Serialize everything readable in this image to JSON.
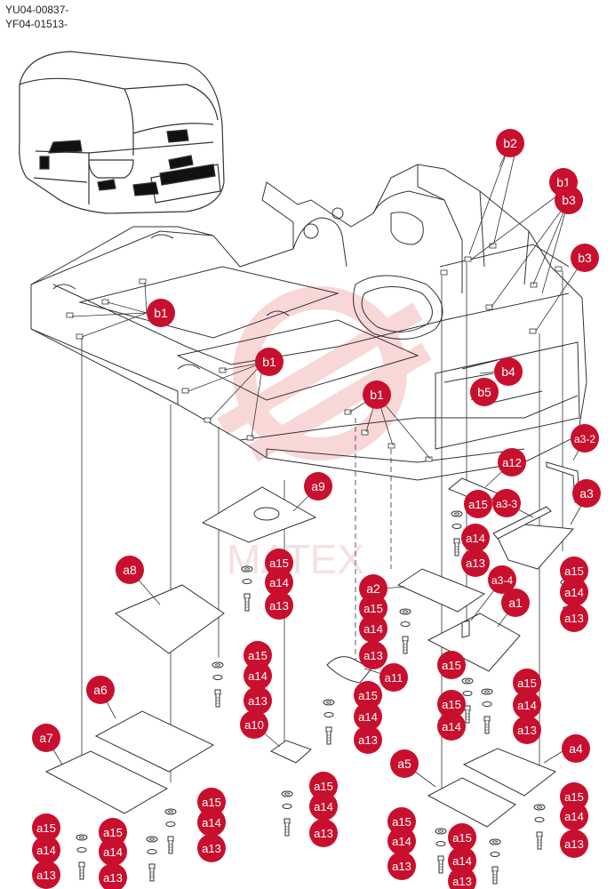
{
  "header": {
    "code_line_1": "YU04-00837-",
    "code_line_2": "YF04-01513-"
  },
  "watermark": {
    "text": "MATEX",
    "color": "#f3b8b8"
  },
  "colors": {
    "label_fill": "#c8102e",
    "label_text": "#ffffff",
    "line": "#333333"
  },
  "labels": {
    "b1": "b1",
    "b2": "b2",
    "b3": "b3",
    "b4": "b4",
    "b5": "b5",
    "a1": "a1",
    "a2": "a2",
    "a3": "a3",
    "a3_2": "a3-2",
    "a3_3": "a3-3",
    "a3_4": "a3-4",
    "a4": "a4",
    "a5": "a5",
    "a6": "a6",
    "a7": "a7",
    "a8": "a8",
    "a9": "a9",
    "a10": "a10",
    "a11": "a11",
    "a12": "a12",
    "a13": "a13",
    "a14": "a14",
    "a15": "a15"
  }
}
